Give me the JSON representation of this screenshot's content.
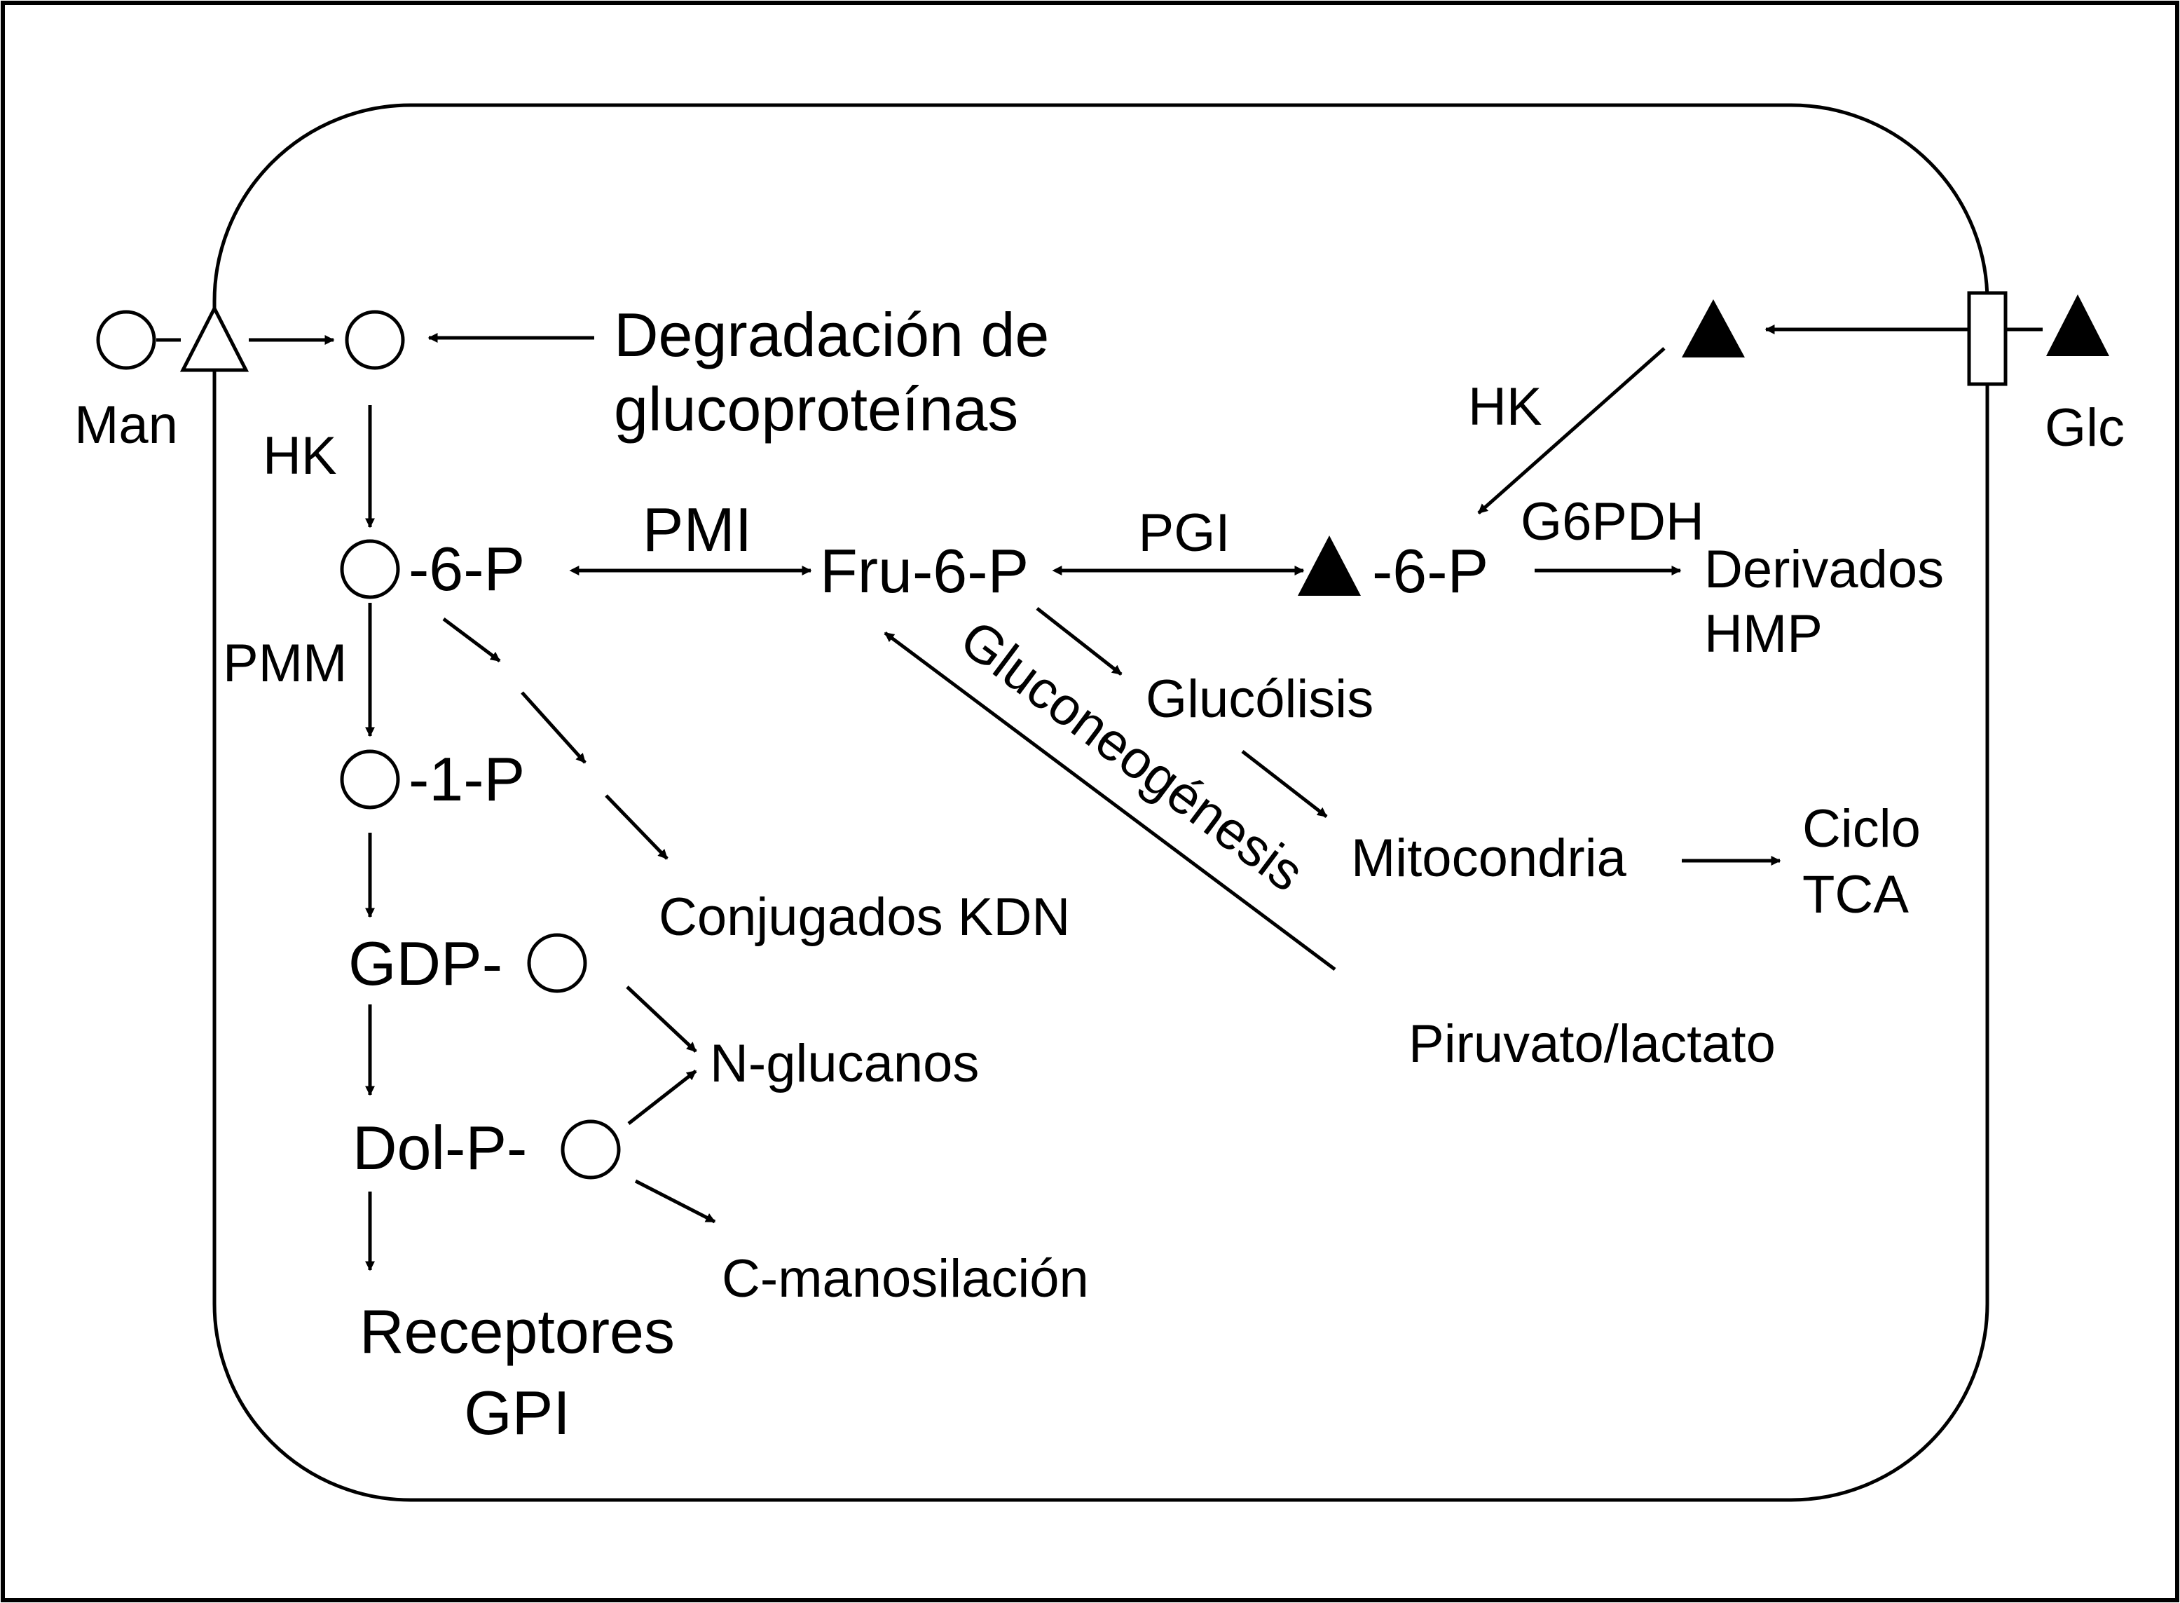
{
  "colors": {
    "ink": "#000000",
    "background": "#ffffff"
  },
  "icons": {
    "mannose": "open-circle",
    "glucose": "filled-triangle",
    "mannose-transporter": "open-triangle",
    "glucose-transporter": "rectangle"
  },
  "labels": {
    "man": "Man",
    "glc": "Glc",
    "degradation_1": "Degradación de",
    "degradation_2": "glucoproteínas",
    "hk_left": "HK",
    "hk_right": "HK",
    "pmi": "PMI",
    "pgi": "PGI",
    "pmm": "PMM",
    "g6pdh": "G6PDH",
    "man6p_suffix": "-6-P",
    "man1p_suffix": "-1-P",
    "fru6p": "Fru-6-P",
    "glc6p_suffix": "-6-P",
    "hmp_1": "Derivados",
    "hmp_2": "HMP",
    "glycolysis": "Glucólisis",
    "gluconeogenesis": "Gluconeogénesis",
    "mitochondria": "Mitocondria",
    "tca_1": "Ciclo",
    "tca_2": "TCA",
    "pyruvate": "Piruvato/lactato",
    "kdn": "Conjugados KDN",
    "gdp": "GDP-",
    "dolp": "Dol-P-",
    "nglycans": "N-glucanos",
    "cmannosylation": "C-manosilación",
    "gpi_1": "Receptores",
    "gpi_2": "GPI"
  }
}
